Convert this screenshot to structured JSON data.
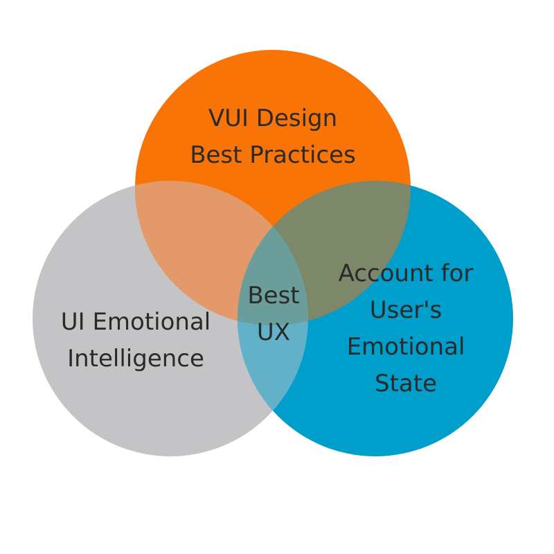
{
  "diagram": {
    "type": "venn",
    "sets": [
      {
        "id": "vui",
        "lines": [
          "VUI Design",
          "Best Practices"
        ],
        "color": "#F97406"
      },
      {
        "id": "ui",
        "lines": [
          "UI Emotional",
          "Intelligence"
        ],
        "color": "#C4C4C6"
      },
      {
        "id": "user",
        "lines": [
          "Account for",
          "User's",
          "Emotional",
          "State"
        ],
        "color": "#009ECA"
      }
    ],
    "intersection": {
      "lines": [
        "Best",
        "UX"
      ]
    },
    "overlap_colors": {
      "vui_ui": "#E3996A",
      "vui_user": "#7D8769",
      "ui_user": "#63B1C9",
      "all": "#6B9E9B"
    }
  }
}
